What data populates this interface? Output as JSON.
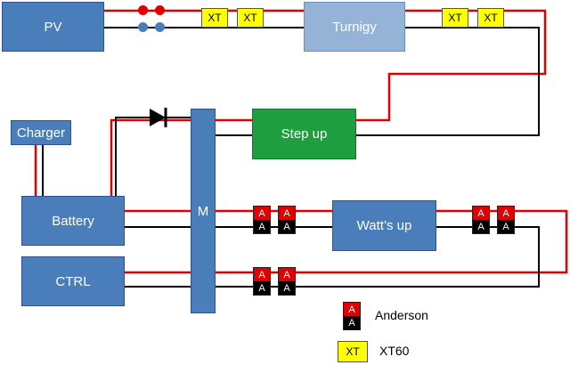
{
  "blocks": {
    "pv": "PV",
    "turnigy": "Turnigy",
    "step_up": "Step up",
    "charger": "Charger",
    "battery": "Battery",
    "m": "M",
    "watts_up": "Watt’s up",
    "ctrl": "CTRL"
  },
  "connectors": {
    "xt": "XT",
    "anderson": "A"
  },
  "legend": {
    "anderson": "Anderson",
    "xt60": "XT60"
  },
  "colors": {
    "positive_wire": "#e00000",
    "negative_wire": "#000000",
    "block_blue": "#4a7ebb",
    "turnigy_blue": "#95b3d7",
    "step_up_green": "#1e9e3e",
    "xt_yellow": "#ffff00"
  }
}
